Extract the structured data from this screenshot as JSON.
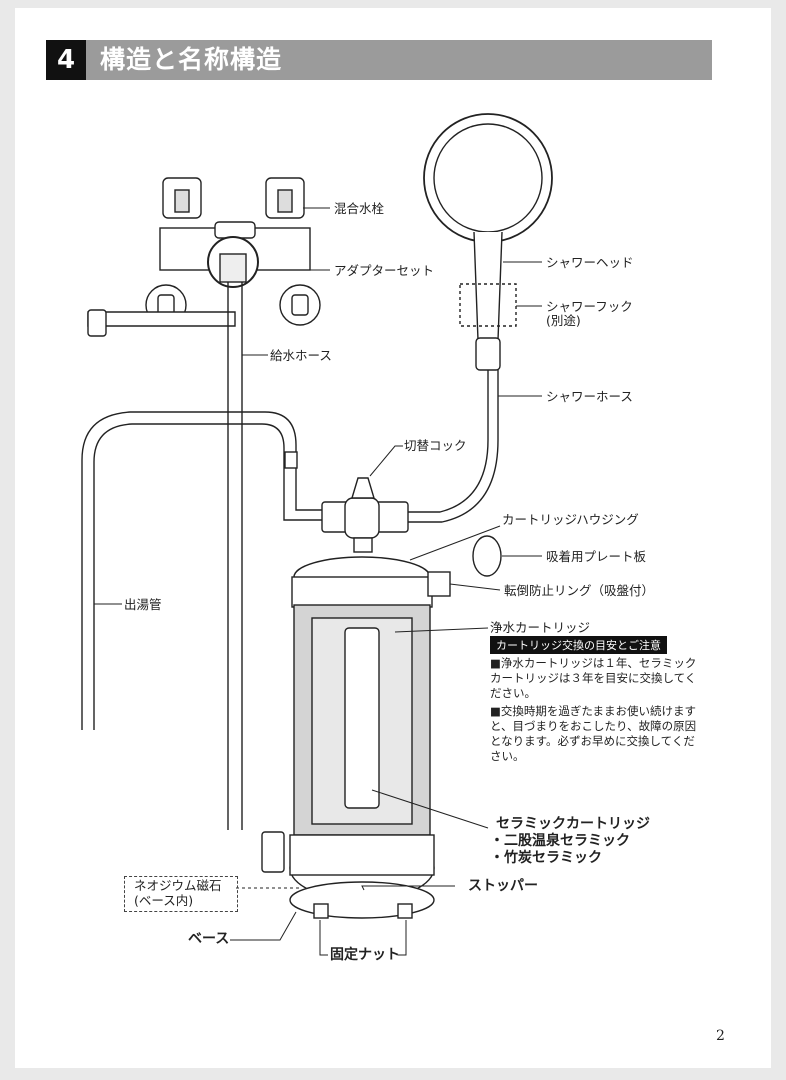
{
  "section": {
    "number": "4",
    "title": "構造と名称構造"
  },
  "labels": {
    "faucet": "混合水栓",
    "adapter": "アダプターセット",
    "supply_hose": "給水ホース",
    "shower_head": "シャワーヘッド",
    "shower_hook": "シャワーフック",
    "shower_hook_note": "(別途)",
    "shower_hose": "シャワーホース",
    "switch_cock": "切替コック",
    "housing": "カートリッジハウジング",
    "suction_plate": "吸着用プレート板",
    "anti_tip_ring": "転倒防止リング（吸盤付）",
    "hot_water_pipe": "出湯管",
    "purifier_cartridge": "浄水カートリッジ",
    "ceramic_cartridge": "セラミックカートリッジ",
    "ceramic_1": "・二股温泉セラミック",
    "ceramic_2": "・竹炭セラミック",
    "neodymium_magnet": "ネオジウム磁石",
    "neodymium_note": "(ベース内)",
    "stopper": "ストッパー",
    "base": "ベース",
    "fixing_nut": "固定ナット"
  },
  "notice": {
    "header": "カートリッジ交換の目安とご注意",
    "item1": "■浄水カートリッジは１年、セラミックカートリッジは３年を目安に交換してください。",
    "item2": "■交換時期を過ぎたままお使い続けますと、目づまりをおこしたり、故障の原因となります。必ずお早めに交換してください。"
  },
  "page_number": "2",
  "colors": {
    "section_bar": "#9b9b9b",
    "section_num_bg": "#111111",
    "housing_glass": "#d4d4d4",
    "line": "#222222"
  }
}
